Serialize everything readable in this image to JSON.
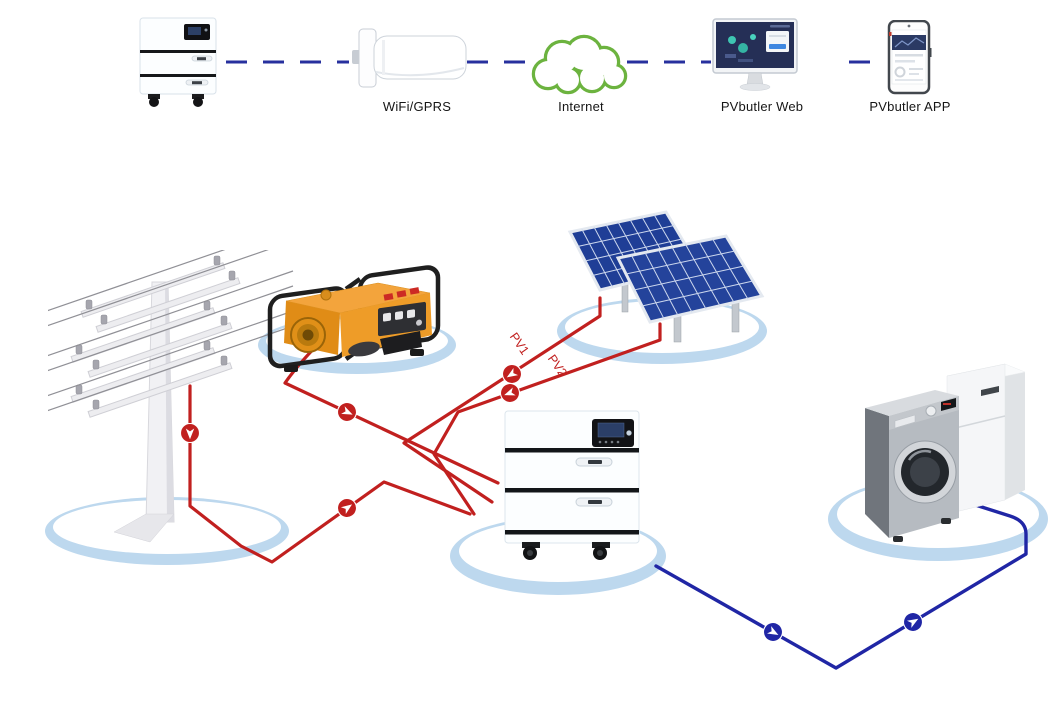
{
  "top_row": {
    "nodes": [
      {
        "id": "storage-inverter-unit",
        "label": ""
      },
      {
        "id": "wifi-gprs-dongle",
        "label": "WiFi/GPRS"
      },
      {
        "id": "internet-cloud",
        "label": "Internet"
      },
      {
        "id": "pvbutler-web",
        "label": "PVbutler Web"
      },
      {
        "id": "pvbutler-app",
        "label": "PVbutler APP"
      }
    ]
  },
  "scene": {
    "cable_labels": {
      "pv1": "PV1",
      "pv2": "PV2"
    },
    "nodes": [
      "utility-pole-grid",
      "portable-generator",
      "solar-panels",
      "energy-storage-system",
      "home-appliances"
    ],
    "connections": [
      {
        "from": "utility-pole-grid",
        "to": "energy-storage-system",
        "kind": "input-cable"
      },
      {
        "from": "portable-generator",
        "to": "energy-storage-system",
        "kind": "input-cable"
      },
      {
        "from": "solar-panels",
        "to": "energy-storage-system",
        "kind": "input-cable",
        "label": "PV1"
      },
      {
        "from": "solar-panels",
        "to": "energy-storage-system",
        "kind": "input-cable",
        "label": "PV2"
      },
      {
        "from": "energy-storage-system",
        "to": "home-appliances",
        "kind": "output-cable"
      }
    ]
  },
  "colors": {
    "input_cable_red": "#c1201f",
    "output_cable_blue": "#2026a5",
    "comm_dash_blue": "#27309e",
    "platform_blue": "#bdd8ee",
    "cloud_green": "#6cb33f",
    "solar_panel_blue": "#1f3e96",
    "generator_orange": "#e8941f"
  }
}
